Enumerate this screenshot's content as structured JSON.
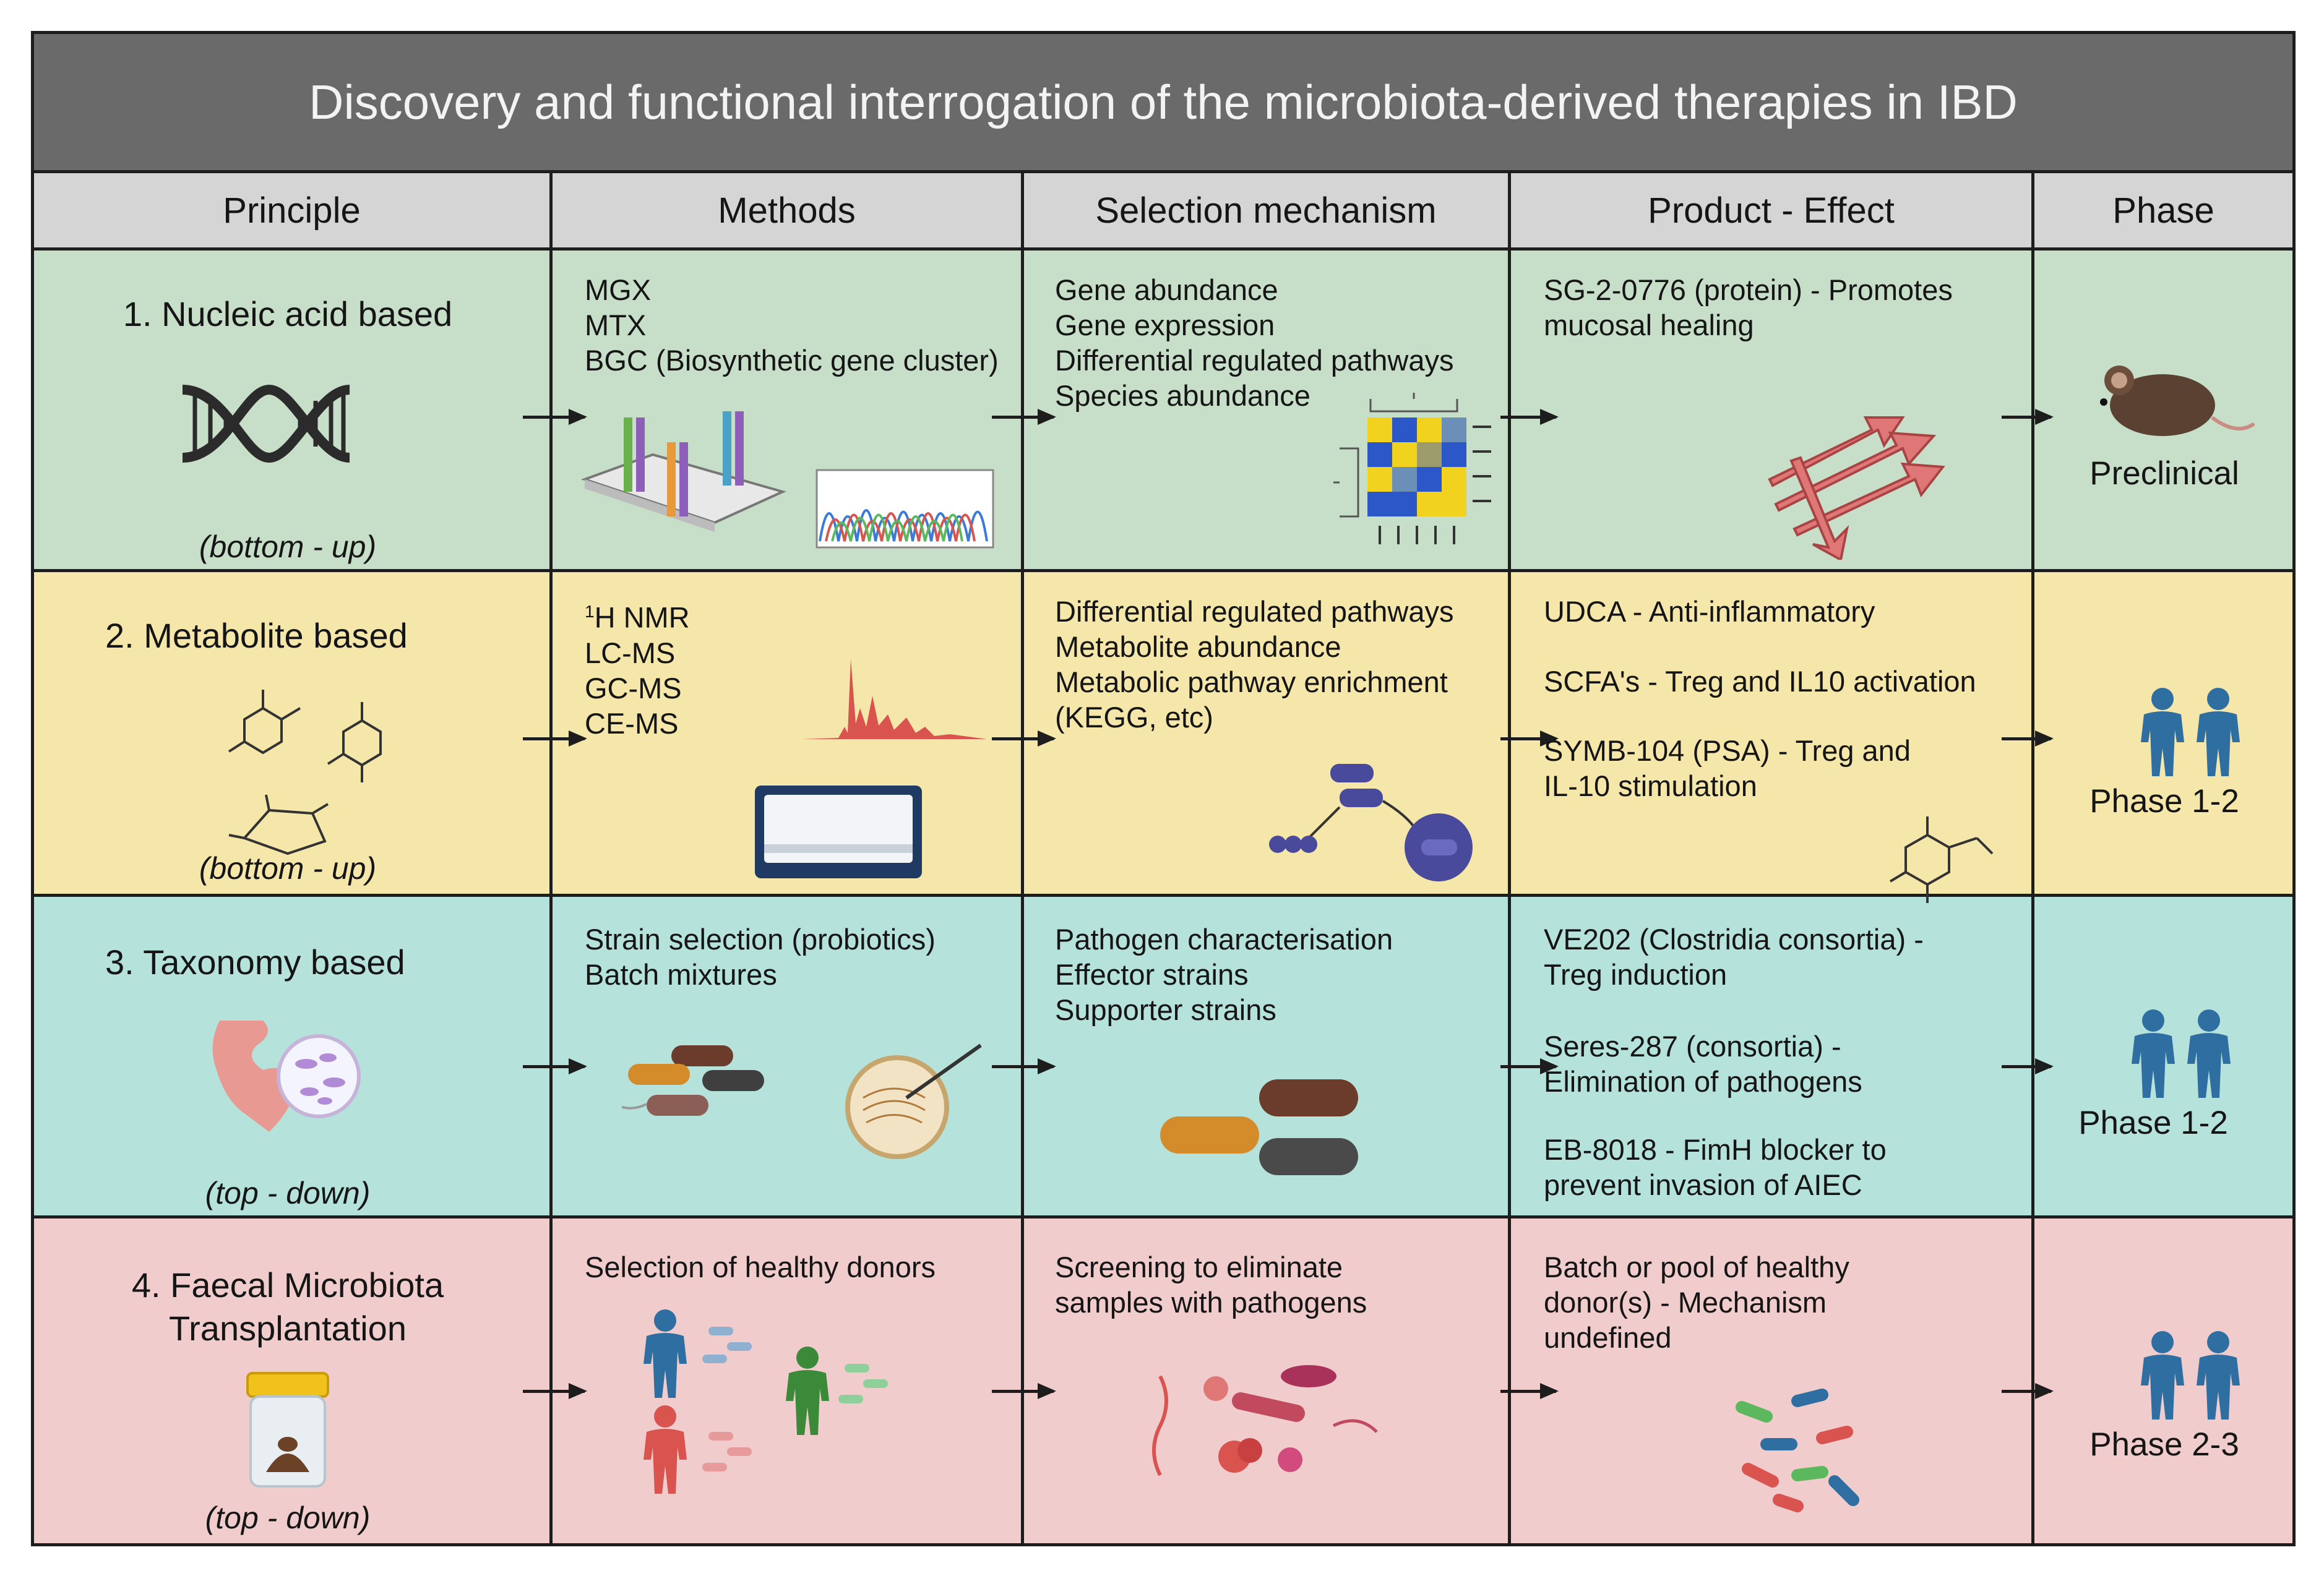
{
  "title": "Discovery and functional interrogation of the microbiota-derived therapies in IBD",
  "headers": {
    "principle": "Principle",
    "methods": "Methods",
    "selection": "Selection mechanism",
    "product": "Product - Effect",
    "phase": "Phase"
  },
  "colors": {
    "row1": "#c7dfc8",
    "row2": "#f5e6aa",
    "row3": "#b6e2dc",
    "row4": "#f1cccd",
    "person": "#2f6ea1"
  },
  "rows": [
    {
      "principle": "1. Nucleic acid based",
      "approach": "(bottom - up)",
      "methods": "MGX\nMTX\nBGC (Biosynthetic gene cluster)",
      "selection": "Gene abundance\nGene expression\nDifferential regulated pathways\nSpecies abundance",
      "product": "SG-2-0776 (protein) - Promotes\nmucosal healing",
      "phase": "Preclinical"
    },
    {
      "principle": "2. Metabolite based",
      "approach": "(bottom - up)",
      "methods_prefix": "1",
      "methods": "H NMR\nLC-MS\nGC-MS\nCE-MS",
      "selection": "Differential regulated pathways\nMetabolite abundance\nMetabolic pathway enrichment\n(KEGG, etc)",
      "product_items": [
        "UDCA - Anti-inflammatory",
        "SCFA's - Treg and IL10 activation",
        "SYMB-104 (PSA) - Treg and\nIL-10 stimulation"
      ],
      "phase": "Phase 1-2"
    },
    {
      "principle": "3. Taxonomy based",
      "approach": "(top - down)",
      "methods": "Strain selection (probiotics)\nBatch mixtures",
      "selection": "Pathogen characterisation\nEffector strains\nSupporter strains",
      "product_items": [
        "VE202 (Clostridia consortia) -\nTreg induction",
        "Seres-287 (consortia) -\nElimination of pathogens",
        "EB-8018 - FimH blocker to\nprevent invasion of AIEC"
      ],
      "phase": "Phase 1-2"
    },
    {
      "principle": "4. Faecal Microbiota\nTransplantation",
      "approach": "(top - down)",
      "methods": "Selection of healthy donors",
      "selection": "Screening to eliminate\nsamples with pathogens",
      "product": "Batch or pool of healthy\ndonor(s) - Mechanism\nundefined",
      "phase": "Phase 2-3"
    }
  ]
}
